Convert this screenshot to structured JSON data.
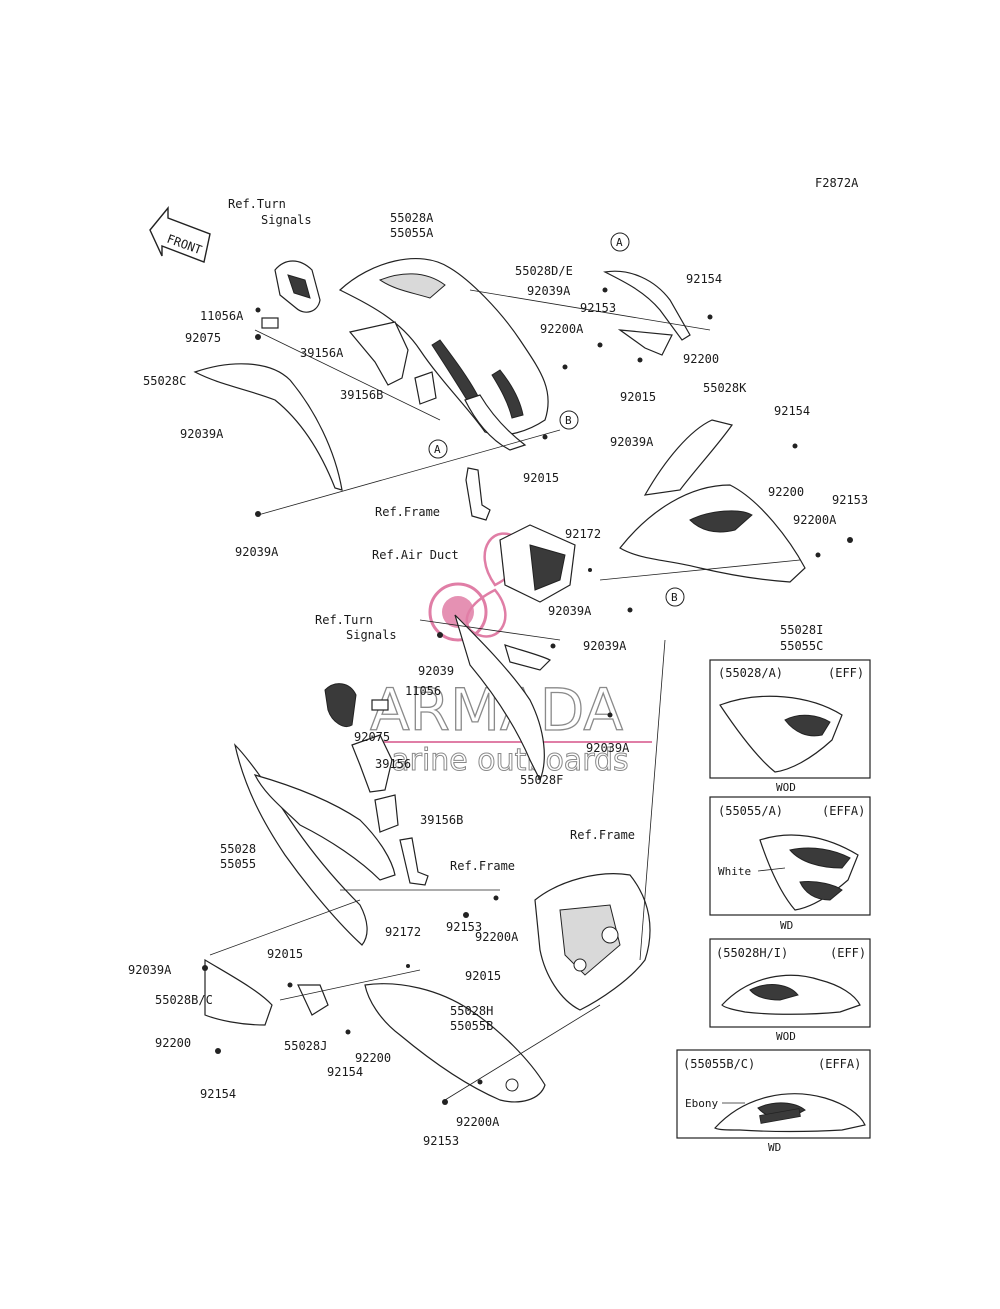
{
  "figure_code": "F2872A",
  "front_label": "FRONT",
  "watermark": {
    "brand": "ARMADA",
    "tagline": "marine outboards",
    "accent_color": "#e07ea6",
    "line_color": "#8a8a8a"
  },
  "refs": {
    "turn_signals_top": [
      "Ref.Turn",
      "Signals"
    ],
    "turn_signals_mid": [
      "Ref.Turn",
      "Signals"
    ],
    "frame_upper": "Ref.Frame",
    "air_duct": "Ref.Air Duct",
    "frame_lower": "Ref.Frame",
    "frame_bottom": "Ref.Frame"
  },
  "markers": {
    "a_top": "A",
    "a_mid": "A",
    "b_upper": "B",
    "b_lower": "B"
  },
  "labels": {
    "p55028A": "55028A",
    "p55055A": "55055A",
    "p55028DE": "55028D/E",
    "p92039A_1": "92039A",
    "p92154_1": "92154",
    "p92153_1": "92153",
    "p11056A": "11056A",
    "p92075_1": "92075",
    "p92200A_1": "92200A",
    "p92200_1": "92200",
    "p39156A": "39156A",
    "p55028C": "55028C",
    "p39156B_1": "39156B",
    "p92015_1": "92015",
    "p55028K": "55028K",
    "p92154_2": "92154",
    "p92039A_2": "92039A",
    "p92015_2": "92015",
    "p92039A_3": "92039A",
    "p92200_2": "92200",
    "p92153_2": "92153",
    "p92200A_2": "92200A",
    "p92172_1": "92172",
    "p92039A_4": "92039A",
    "p92039A_5": "92039A",
    "p55028I": "55028I",
    "p55055C": "55055C",
    "p92039A_6": "92039A",
    "p92039": "92039",
    "p11056": "11056",
    "p92075_2": "92075",
    "p39156": "39156",
    "p92039A_7": "92039A",
    "p55028F": "55028F",
    "p39156B_2": "39156B",
    "p55028": "55028",
    "p55055": "55055",
    "p92153_3": "92153",
    "p92200A_3": "92200A",
    "p92039A_8": "92039A",
    "p92015_3": "92015",
    "p92172_2": "92172",
    "p92015_4": "92015",
    "p55028BC": "55028B/C",
    "p55028H": "55028H",
    "p55055B": "55055B",
    "p92200_3": "92200",
    "p55028J": "55028J",
    "p92200_4": "92200",
    "p92154_3": "92154",
    "p92154_4": "92154",
    "p92200A_4": "92200A",
    "p92153_4": "92153"
  },
  "variant_boxes": [
    {
      "code": "(55028/A)",
      "model": "(EFF)",
      "caption": "WOD",
      "callout": ""
    },
    {
      "code": "(55055/A)",
      "model": "(EFFA)",
      "caption": "WD",
      "callout": "White"
    },
    {
      "code": "(55028H/I)",
      "model": "(EFF)",
      "caption": "WOD",
      "callout": ""
    },
    {
      "code": "(55055B/C)",
      "model": "(EFFA)",
      "caption": "WD",
      "callout": "Ebony"
    }
  ]
}
